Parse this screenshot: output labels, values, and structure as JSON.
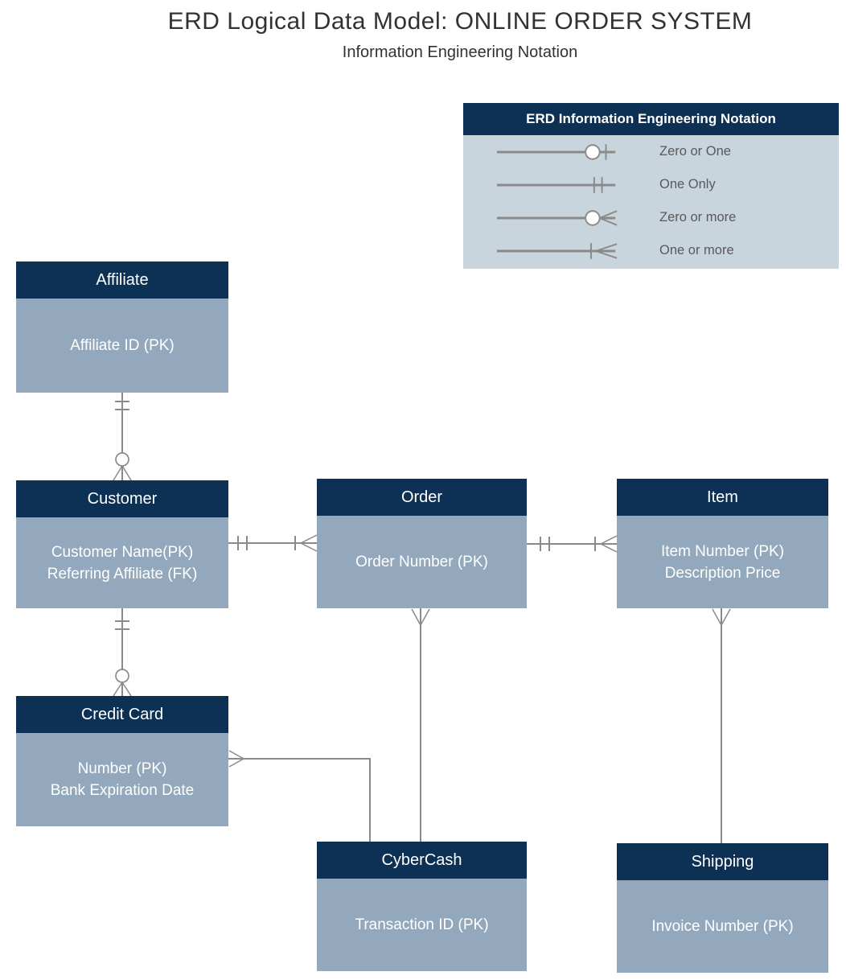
{
  "title": "ERD Logical Data Model: ONLINE ORDER SYSTEM",
  "subtitle": "Information Engineering Notation",
  "colors": {
    "entity_header_bg": "#0d3154",
    "entity_body_bg": "#93a8bc",
    "legend_body_bg": "#c9d5dd",
    "connector_line": "#8a8a8a",
    "entity_text": "#ffffff",
    "legend_label_text": "#595959",
    "title_text": "#323232"
  },
  "legend": {
    "title": "ERD Information Engineering Notation",
    "items": [
      {
        "symbol": "zero-or-one-symbol",
        "label": "Zero or One"
      },
      {
        "symbol": "one-only-symbol",
        "label": "One Only"
      },
      {
        "symbol": "zero-or-more-symbol",
        "label": "Zero or more"
      },
      {
        "symbol": "one-or-more-symbol",
        "label": "One or more"
      }
    ]
  },
  "entities": [
    {
      "id": "affiliate",
      "name": "Affiliate",
      "attributes": [
        "Affiliate ID (PK)"
      ]
    },
    {
      "id": "customer",
      "name": "Customer",
      "attributes": [
        "Customer Name(PK)",
        "Referring Affiliate (FK)"
      ]
    },
    {
      "id": "order",
      "name": "Order",
      "attributes": [
        "Order Number (PK)"
      ]
    },
    {
      "id": "item",
      "name": "Item",
      "attributes": [
        "Item Number (PK)",
        "Description Price"
      ]
    },
    {
      "id": "credit-card",
      "name": "Credit Card",
      "attributes": [
        "Number (PK)",
        "Bank Expiration Date"
      ]
    },
    {
      "id": "cybercash",
      "name": "CyberCash",
      "attributes": [
        "Transaction ID (PK)"
      ]
    },
    {
      "id": "shipping",
      "name": "Shipping",
      "attributes": [
        "Invoice Number (PK)"
      ]
    }
  ],
  "relationships": [
    {
      "from": "Affiliate",
      "to": "Customer",
      "from_end": "one-only",
      "to_end": "zero-or-more"
    },
    {
      "from": "Customer",
      "to": "Credit Card",
      "from_end": "one-only",
      "to_end": "zero-or-more"
    },
    {
      "from": "Customer",
      "to": "Order",
      "from_end": "one-only",
      "to_end": "one-or-more"
    },
    {
      "from": "Order",
      "to": "Item",
      "from_end": "one-only",
      "to_end": "one-or-more"
    },
    {
      "from": "Order",
      "to": "CyberCash",
      "from_end": "many",
      "to_end": "plain"
    },
    {
      "from": "Credit Card",
      "to": "CyberCash",
      "from_end": "many",
      "to_end": "plain"
    },
    {
      "from": "Item",
      "to": "Shipping",
      "from_end": "many",
      "to_end": "plain"
    }
  ]
}
